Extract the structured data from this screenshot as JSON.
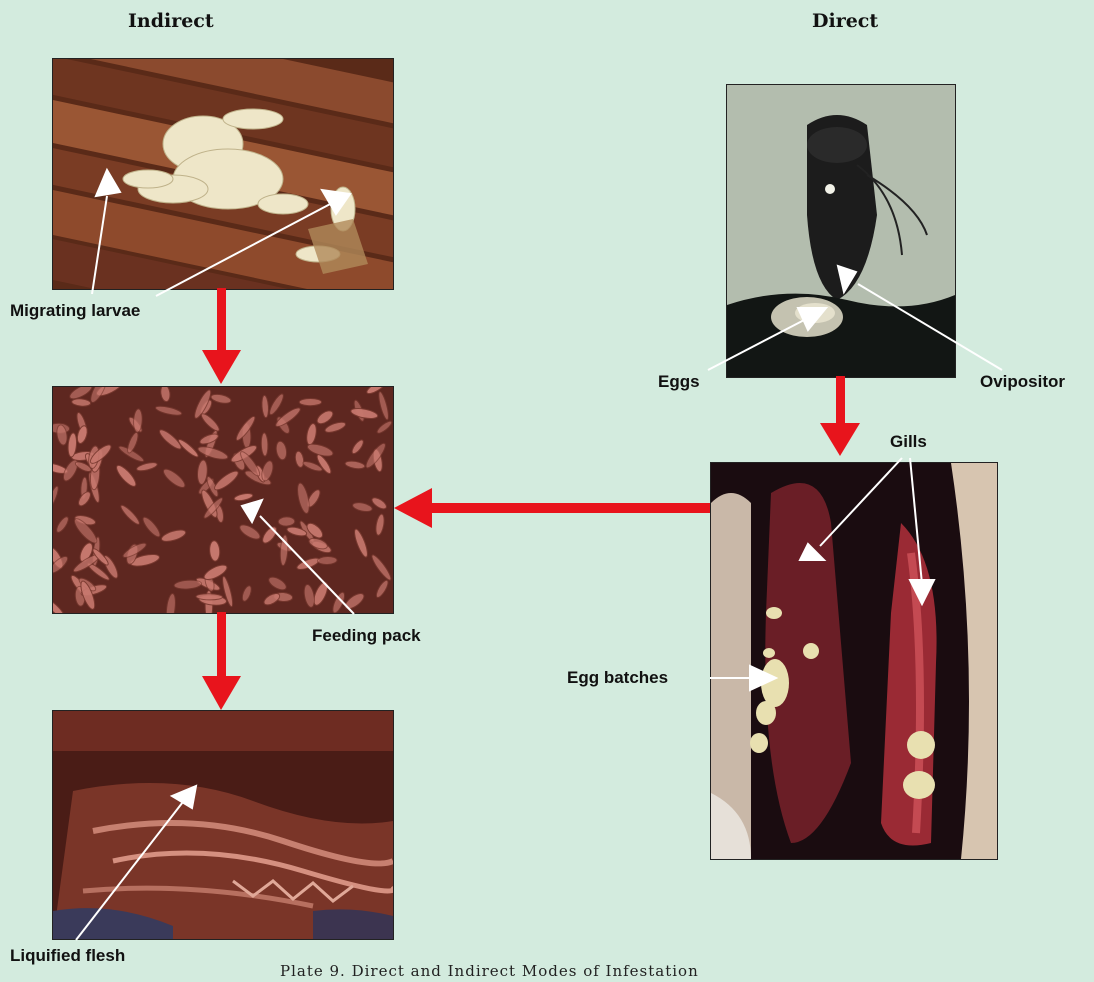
{
  "headings": {
    "indirect": "Indirect",
    "direct": "Direct"
  },
  "labels": {
    "migrating_larvae": "Migrating larvae",
    "feeding_pack": "Feeding pack",
    "liquified_flesh": "Liquified flesh",
    "eggs": "Eggs",
    "ovipositor": "Ovipositor",
    "gills": "Gills",
    "egg_batches": "Egg batches"
  },
  "caption": "Plate 9. Direct and Indirect Modes of Infestation",
  "colors": {
    "background": "#d3ebde",
    "flow_arrow": "#e8141c",
    "pointer_arrow": "#ffffff"
  },
  "photos": {
    "migrating_larvae": "photo of pale larvae on reed stems",
    "feeding_pack": "photo of dense maggot feeding pack",
    "liquified_flesh": "photo of liquified fish flesh",
    "fly_ovipositor": "photo of fly laying eggs",
    "gills": "photo of fish gills with egg batches"
  }
}
